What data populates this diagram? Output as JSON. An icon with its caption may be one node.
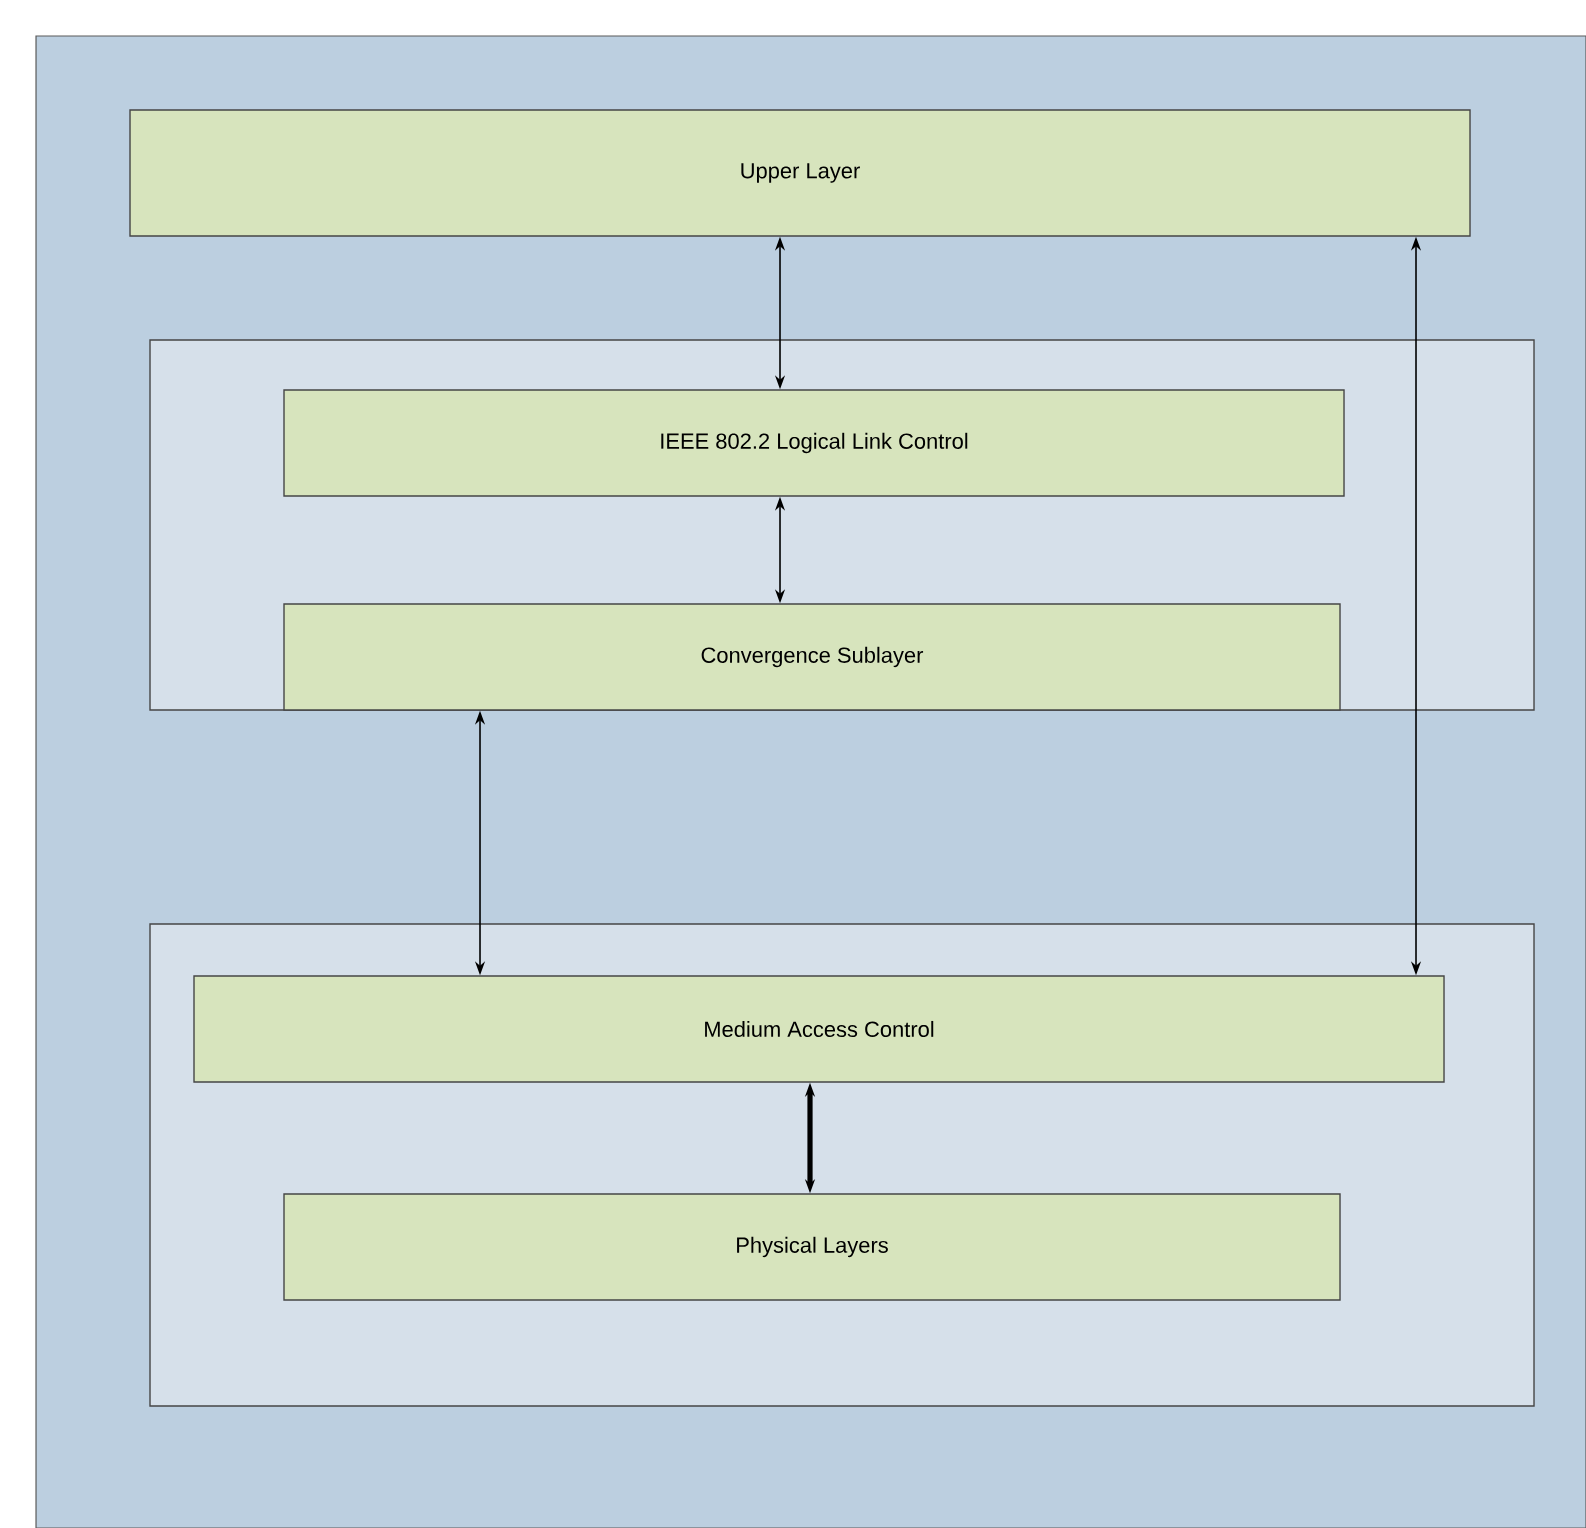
{
  "diagram": {
    "nodes": [
      {
        "text": [
          "Upper Layer"
        ]
      },
      {
        "text": [],
        "shape": "box"
      },
      {
        "text": [
          "IEEE 802.2 Logical Link Control"
        ],
        "in": 1
      },
      {
        "text": [
          "Convergence Sublayer"
        ],
        "in": 1
      },
      {
        "text": [],
        "shape": "box"
      },
      {
        "text": [
          "Medium Access Control"
        ],
        "in": 4
      },
      {
        "text": [
          "Physical Layers"
        ],
        "in": 4
      }
    ],
    "edges": [
      {
        "from": 0,
        "to": 2,
        "arrow": "both"
      },
      {
        "from": 2,
        "to": 3,
        "arrow": "both"
      },
      {
        "from": 3,
        "to": 5,
        "arrow": "both"
      },
      {
        "from": 0,
        "to": 5,
        "arrow": "both"
      },
      {
        "from": 5,
        "to": 6,
        "arrow": "both",
        "style": "thick"
      }
    ]
  }
}
